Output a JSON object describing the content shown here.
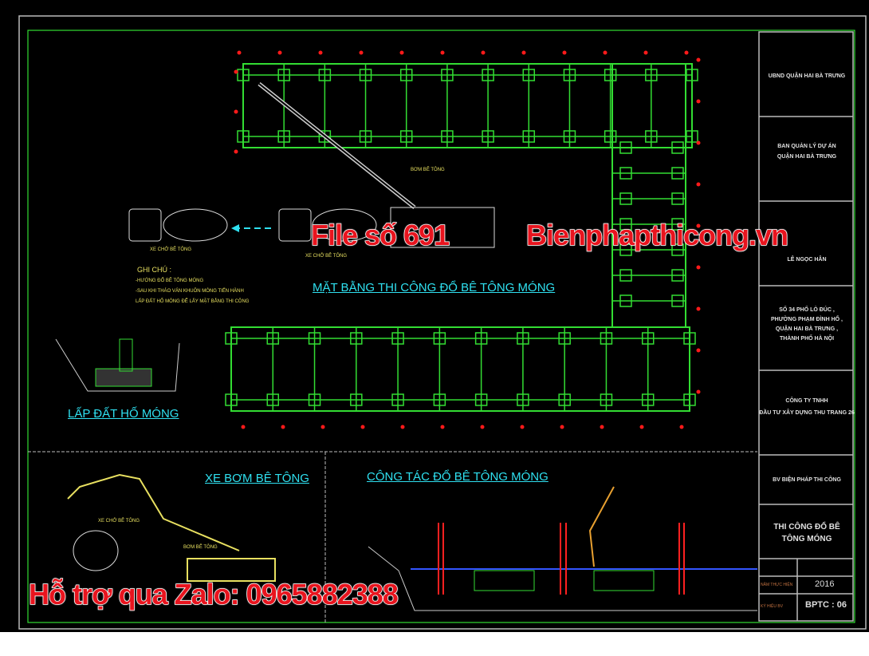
{
  "drawing": {
    "main_plan_title": "MẶT BẰNG THI CÔNG ĐỔ BÊ TÔNG MÓNG",
    "backfill_title": "LẤP ĐẤT HỐ MÓNG",
    "pump_truck_title": "XE BƠM BÊ TÔNG",
    "pouring_title": "CÔNG TÁC ĐỔ BÊ TÔNG MÓNG",
    "pump_label": "BƠM BÊ TÔNG",
    "mixer_label_1": "XE CHỞ BÊ TÔNG",
    "mixer_label_2": "XE CHỞ BÊ TÔNG",
    "mixer_label_3": "XE CHỞ BÊ TÔNG",
    "pump_label_2": "BƠM BÊ TÔNG",
    "notes": {
      "heading": "GHI CHÚ :",
      "lines": [
        "-HƯỚNG ĐỔ BÊ TÔNG MÓNG",
        "-SAU KHI THÁO VÁN KHUÔN MÓNG TIẾN HÀNH",
        " LẤP ĐẤT HỐ MÓNG ĐỂ LẤY MẶT BẰNG THI CÔNG"
      ]
    }
  },
  "title_block": {
    "owner": "UBND QUẬN HAI BÀ TRƯNG",
    "manager": [
      "BAN QUẢN LÝ DỰ ÁN",
      "QUẬN HAI BÀ TRƯNG"
    ],
    "person": "LÊ NGỌC HÂN",
    "address": [
      "SỐ 34 PHỐ LÒ ĐÚC ,",
      "PHƯỜNG PHẠM ĐÌNH HỔ ,",
      "QUẬN HAI BÀ TRƯNG ,",
      "THÀNH PHỐ HÀ NỘI"
    ],
    "company": [
      "CÔNG TY TNHH",
      "ĐẦU TƯ XÂY DỰNG THU TRANG 26"
    ],
    "project": "BV BIỆN PHÁP THI CÔNG",
    "sheet_title": [
      "THI CÔNG ĐỔ BÊ",
      "TÔNG MÓNG"
    ],
    "year_label": "NĂM THỰC HIỆN",
    "year": "2016",
    "sheet_label": "KÝ HIỆU BV",
    "sheet_no": "BPTC : 06"
  },
  "watermarks": {
    "file": "File số 691",
    "site": "Bienphapthicong.vn",
    "support": "Hỗ trợ qua Zalo: 0965882388"
  },
  "colors": {
    "background": "#000000",
    "structure": "#33dd33",
    "frame": "#bbbbbb",
    "accent_red": "#ff1a1a",
    "title_cyan": "#2fe0f0",
    "watermark": "#e8141e"
  }
}
